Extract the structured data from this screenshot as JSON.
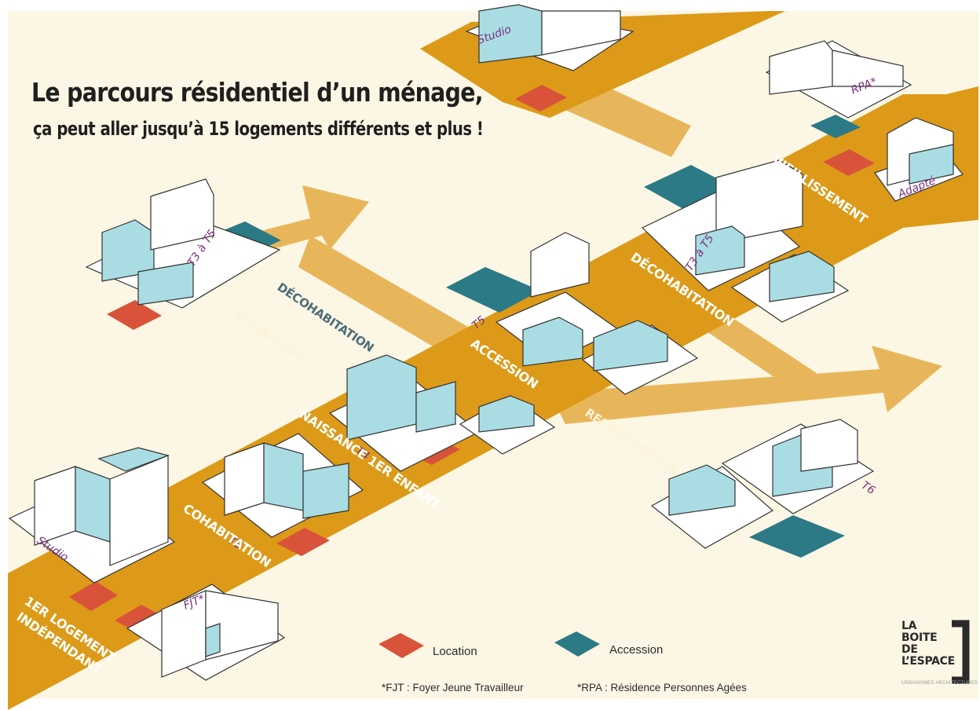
{
  "title": "Le parcours résidentiel d’un ménage,",
  "subtitle": "ça peut aller jusqu’à 15 logements différents et plus !",
  "stages": {
    "first_home": "1ER LOGEMENT",
    "first_home_2": "INDÉPENDANT",
    "cohabitation": "COHABITATION",
    "birth": "NAISSANCE 1ER ENFANT",
    "accession": "ACCESSION",
    "decohabitation_main": "DÉCOHABITATION",
    "aging": "VIEILLISSEMENT",
    "separation": "SÉPARATION",
    "decohabitation_side": "DÉCOHABITATION",
    "recomposition": "RECOMPOSITION"
  },
  "housing": {
    "fjt": "FJT*",
    "studio_low": "Studio",
    "t3": "T3",
    "t4": "T4",
    "t3_t5_left": "T3 à T5",
    "t5": "T5",
    "studio_top": "Studio",
    "t3_t5_right": "T3 à T5",
    "rpa": "RPA*",
    "adapte": "Adapté",
    "t6": "T6"
  },
  "legend": {
    "location": "Location",
    "accession": "Accession",
    "location_color": "#d9533a",
    "accession_color": "#2b7a86"
  },
  "notes": {
    "fjt": "*FJT : Foyer Jeune Travailleur",
    "rpa": "*RPA : Résidence Personnes Agées"
  },
  "logo": {
    "line1": "LA",
    "line2": "BOITE",
    "line3": "DE",
    "line4": "L’ESPACE",
    "tagline": "URBANISMES ARCHITECTURES"
  },
  "colors": {
    "main_arrow": "#dc9a18",
    "side_arrow": "#e8b65a",
    "background": "#fcf6e4",
    "house_blue": "#a9dde3"
  }
}
